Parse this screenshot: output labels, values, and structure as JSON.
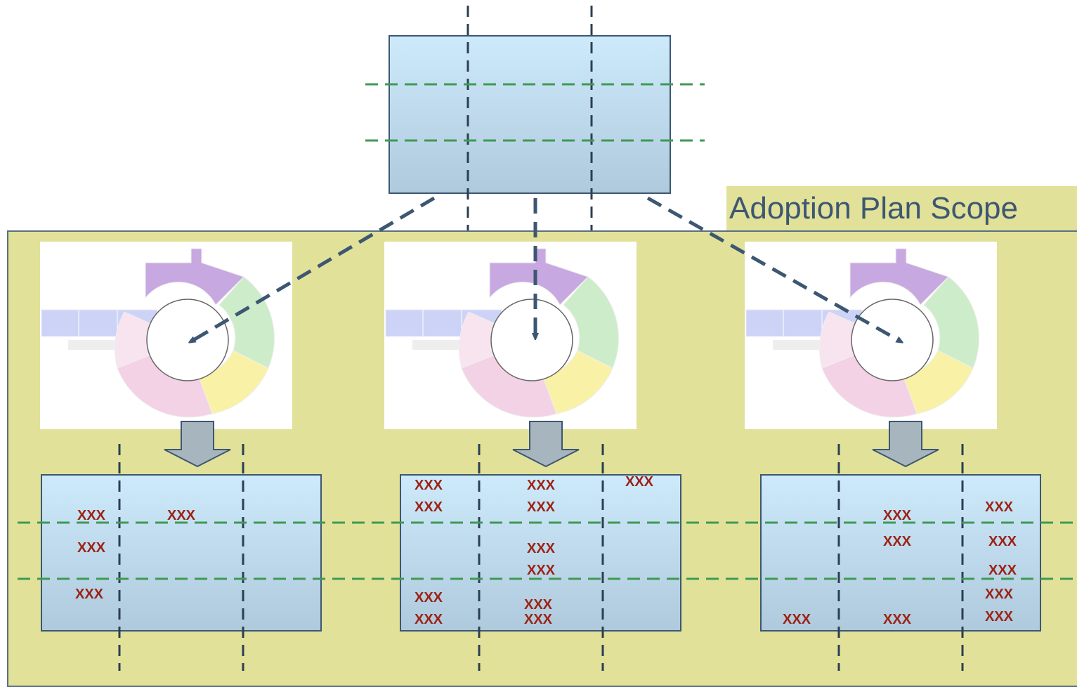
{
  "scope_label": "Adoption Plan Scope",
  "marks": {
    "left": [
      "XXX",
      "XXX",
      "XXX",
      "XXX"
    ],
    "middle": [
      "XXX",
      "XXX",
      "XXX",
      "XXX",
      "XXX",
      "XXX",
      "XXX",
      "XXX",
      "XXX",
      "XXX",
      "XXX"
    ],
    "right": [
      "XXX",
      "XXX",
      "XXX",
      "XXX",
      "XXX",
      "XXX",
      "XXX",
      "XXX",
      "XXX"
    ]
  },
  "colors": {
    "scope_fill": "#e1e199",
    "grid_border": "#3d5772",
    "dashed_green": "#3f9a54",
    "mark_red": "#9c2214",
    "block_arrow": "#a7b5bf"
  },
  "cycle_segments": [
    "purple",
    "green",
    "yellow",
    "pink",
    "lavender"
  ]
}
